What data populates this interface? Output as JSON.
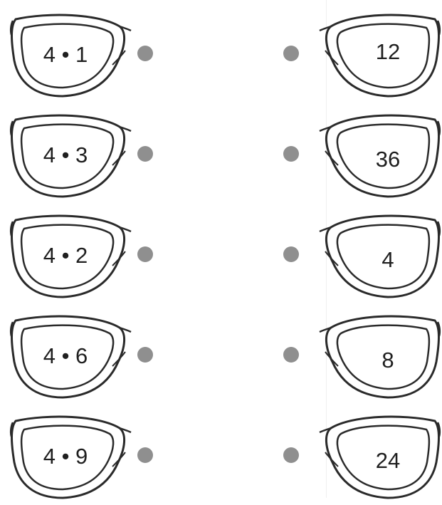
{
  "left_items": [
    "4 • 1",
    "4 • 3",
    "4 • 2",
    "4 • 6",
    "4 • 9"
  ],
  "right_items": [
    "12",
    "36",
    "4",
    "8",
    "24"
  ],
  "colors": {
    "dot": "#8f8f8f",
    "frame": "#2a2a2a",
    "text": "#1f1f1f"
  },
  "icons": {
    "left": "glasses-left-lens-icon",
    "right": "glasses-right-lens-icon",
    "connector": "match-dot"
  }
}
